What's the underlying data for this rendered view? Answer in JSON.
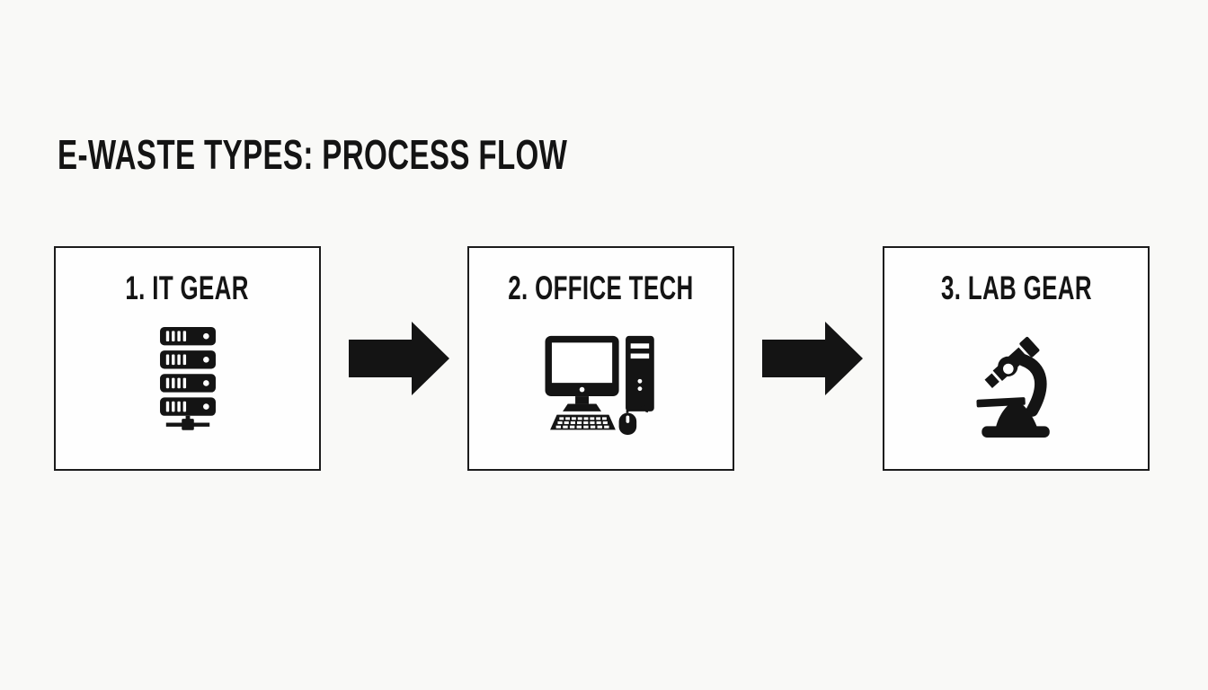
{
  "title": "E-WASTE TYPES: PROCESS FLOW",
  "steps": [
    {
      "number_label": "1. IT GEAR",
      "icon": "server-rack-icon"
    },
    {
      "number_label": "2. OFFICE TECH",
      "icon": "desktop-computer-icon"
    },
    {
      "number_label": "3. LAB GEAR",
      "icon": "microscope-icon"
    }
  ],
  "connectors": [
    {
      "type": "arrow-right",
      "from": "1. IT GEAR",
      "to": "2. OFFICE TECH"
    },
    {
      "type": "arrow-right",
      "from": "2. OFFICE TECH",
      "to": "3. LAB GEAR"
    }
  ],
  "colors": {
    "ink": "#141414",
    "background": "#f9f9f7",
    "box_fill": "#fefefe",
    "box_border": "#1c1c1c"
  }
}
